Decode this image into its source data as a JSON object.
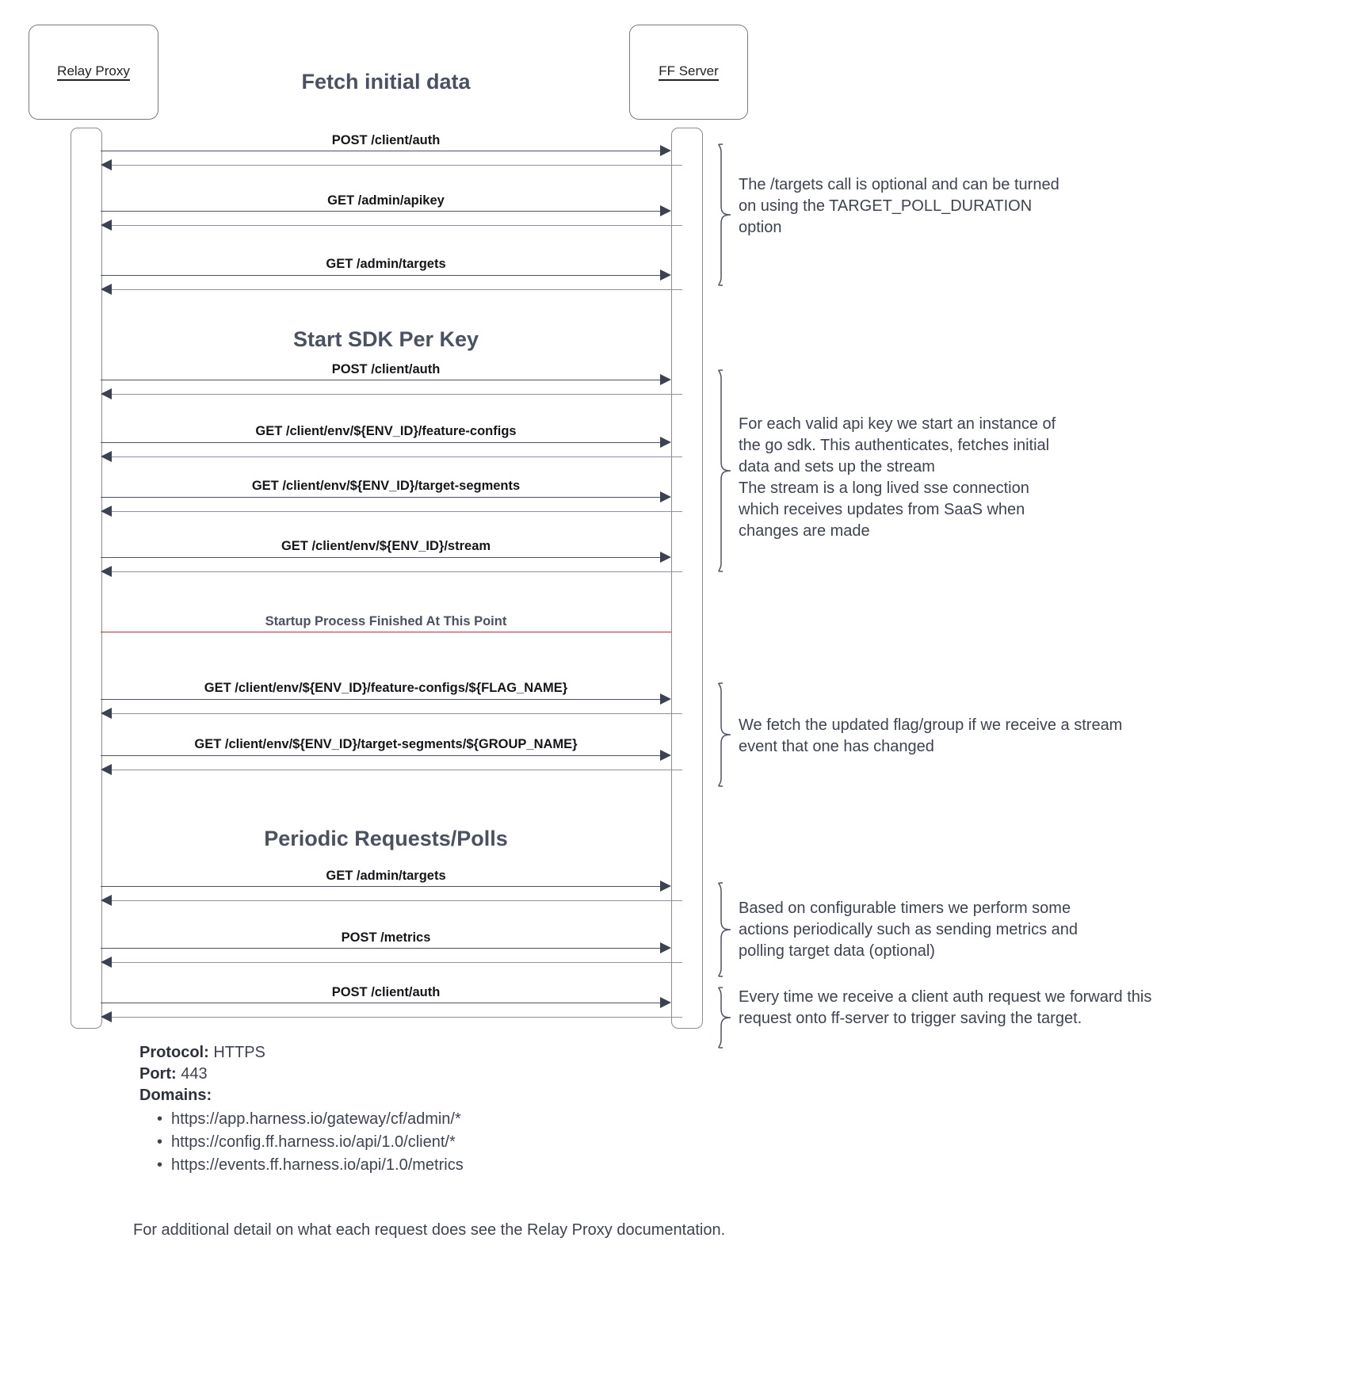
{
  "diagram": {
    "type": "sequence-diagram",
    "actors": [
      {
        "id": "relay-proxy",
        "label": "Relay Proxy"
      },
      {
        "id": "ff-server",
        "label": "FF Server"
      }
    ],
    "sections": [
      {
        "id": "fetch-initial-data",
        "title": "Fetch initial data"
      },
      {
        "id": "start-sdk-per-key",
        "title": "Start SDK Per Key"
      },
      {
        "id": "periodic-requests",
        "title": "Periodic Requests/Polls"
      }
    ],
    "separator": {
      "label": "Startup Process Finished At This Point",
      "color": "#b03030"
    },
    "messages": [
      {
        "id": "m1",
        "label": "POST /client/auth"
      },
      {
        "id": "m2",
        "label": "GET /admin/apikey"
      },
      {
        "id": "m3",
        "label": "GET /admin/targets"
      },
      {
        "id": "m4",
        "label": "POST /client/auth"
      },
      {
        "id": "m5",
        "label": "GET /client/env/${ENV_ID}/feature-configs"
      },
      {
        "id": "m6",
        "label": "GET /client/env/${ENV_ID}/target-segments"
      },
      {
        "id": "m7",
        "label": "GET /client/env/${ENV_ID}/stream"
      },
      {
        "id": "m8",
        "label": "GET /client/env/${ENV_ID}/feature-configs/${FLAG_NAME}"
      },
      {
        "id": "m9",
        "label": "GET /client/env/${ENV_ID}/target-segments/${GROUP_NAME}"
      },
      {
        "id": "m10",
        "label": "GET /admin/targets"
      },
      {
        "id": "m11",
        "label": "POST /metrics"
      },
      {
        "id": "m12",
        "label": "POST /client/auth"
      }
    ],
    "notes": [
      {
        "id": "note-targets-optional",
        "text": "The /targets call is optional and can be turned\non using the TARGET_POLL_DURATION\noption"
      },
      {
        "id": "note-sdk-instance",
        "text": "For each valid api key we start an instance of\nthe go sdk. This authenticates, fetches initial\ndata and sets up the stream\nThe stream is a long lived sse connection\nwhich receives updates from SaaS when\nchanges are made"
      },
      {
        "id": "note-stream-update",
        "text": "We fetch the updated flag/group if we receive a stream\nevent that one has changed"
      },
      {
        "id": "note-periodic",
        "text": "Based on configurable timers we perform some\nactions periodically such as sending metrics and\npolling target data (optional)"
      },
      {
        "id": "note-client-auth-forward",
        "text": "Every time we receive a client auth request we forward this\nrequest onto ff-server to trigger saving the target."
      }
    ]
  },
  "footer": {
    "protocol_label": "Protocol:",
    "protocol_value": "HTTPS",
    "port_label": "Port:",
    "port_value": "443",
    "domains_label": "Domains:",
    "domains": [
      "https://app.harness.io/gateway/cf/admin/*",
      "https://config.ff.harness.io/api/1.0/client/*",
      "https://events.ff.harness.io/api/1.0/metrics"
    ],
    "closing_note": "For additional detail on what each request does see the Relay Proxy documentation."
  }
}
